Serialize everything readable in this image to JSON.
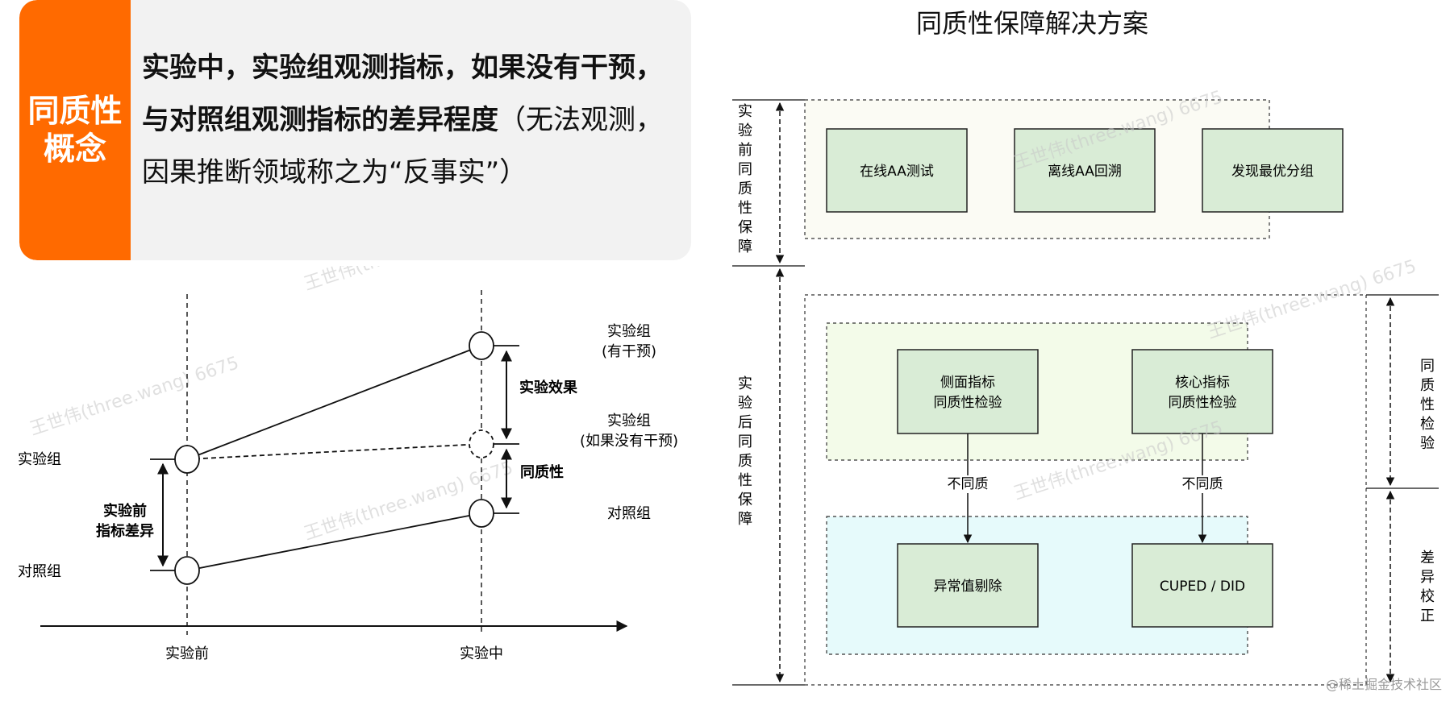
{
  "concept": {
    "tag_line1": "同质性",
    "tag_line2": "概念",
    "bold_text": "实验中，实验组观测指标，如果没有干预，与对照组观测指标的差异程度",
    "normal_text": "（无法观测，因果推断领域称之为“反事实”）"
  },
  "left_chart": {
    "group_treatment": "实验组",
    "group_control": "对照组",
    "pre_diff": [
      "实验前",
      "指标差异"
    ],
    "effect_label": "实验效果",
    "homogeneity_label": "同质性",
    "right_treat_with": [
      "实验组",
      "(有干预)"
    ],
    "right_treat_without": [
      "实验组",
      "(如果没有干预)"
    ],
    "right_control": "对照组",
    "x_before": "实验前",
    "x_during": "实验中"
  },
  "right_diagram": {
    "title": "同质性保障解决方案",
    "pre_label": "实验前同质性保障",
    "post_label": "实验后同质性保障",
    "check_label": "同质性检验",
    "correct_label": "差异校正",
    "pre_boxes": [
      "在线AA测试",
      "离线AA回溯",
      "发现最优分组"
    ],
    "check_boxes": [
      [
        "侧面指标",
        "同质性检验"
      ],
      [
        "核心指标",
        "同质性检验"
      ]
    ],
    "arrow_label": "不同质",
    "correct_boxes": [
      "异常值剔除",
      "CUPED / DID"
    ]
  },
  "watermark": "王世伟(three.wang) 6675",
  "footer": "@稀土掘金技术社区",
  "colors": {
    "accent": "#ff6a00",
    "box_fill": "#d9ecd6",
    "check_zone": "#f3fbe9",
    "correct_zone": "#e6fafb"
  }
}
